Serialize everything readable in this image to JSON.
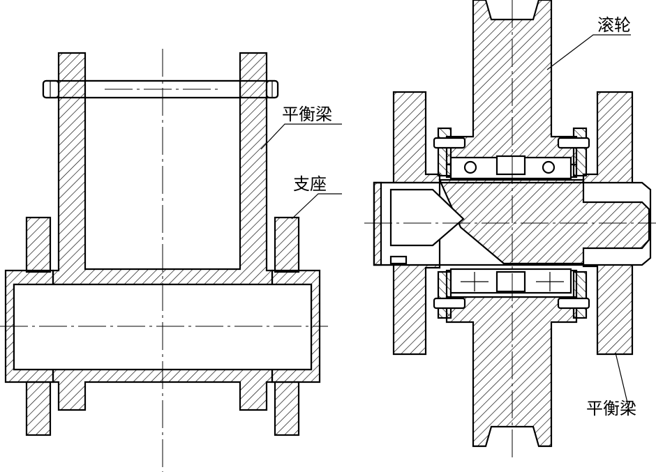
{
  "labels": {
    "balance_beam_left": "平衡梁",
    "support_seat": "支座",
    "roller": "滚轮",
    "balance_beam_right": "平衡梁"
  }
}
